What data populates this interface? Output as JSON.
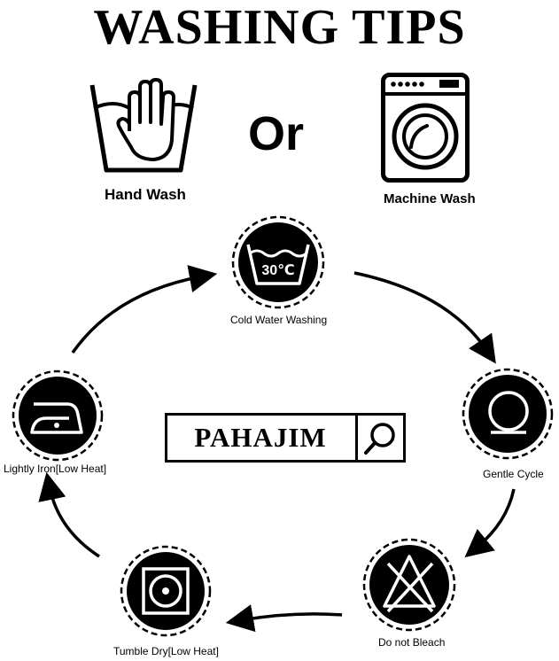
{
  "title": "WASHING TIPS",
  "top": {
    "hand_wash": "Hand Wash",
    "or": "Or",
    "machine_wash": "Machine Wash"
  },
  "cycle": {
    "cold_water": {
      "label": "Cold Water Washing",
      "icon_text": "30℃",
      "icon": "wash-tub-30c-icon"
    },
    "gentle": {
      "label": "Gentle Cycle",
      "icon": "gentle-cycle-icon"
    },
    "no_bleach": {
      "label": "Do not Bleach",
      "icon": "no-bleach-icon"
    },
    "tumble_dry": {
      "label": "Tumble Dry[Low Heat]",
      "icon": "tumble-dry-low-heat-icon"
    },
    "iron": {
      "label": "Lightly Iron[Low Heat]",
      "icon": "iron-low-heat-icon"
    }
  },
  "brand": {
    "name": "PAHAJIM",
    "search_icon": "search-icon"
  }
}
